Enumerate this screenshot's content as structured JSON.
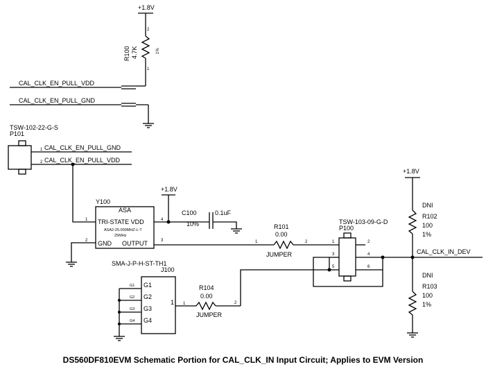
{
  "rails": {
    "top": "+1.8V",
    "y100": "+1.8V",
    "right": "+1.8V"
  },
  "r100": {
    "ref": "R100",
    "value": "4.7K",
    "tol": "1%",
    "pin1": "1",
    "pin2": "2"
  },
  "nets": {
    "pull_vdd": "CAL_CLK_EN_PULL_VDD",
    "pull_gnd": "CAL_CLK_EN_PULL_GND",
    "clk_in_dev": "CAL_CLK_IN_DEV"
  },
  "p101": {
    "part": "TSW-102-22-G-S",
    "ref": "P101",
    "pin1": "1",
    "pin2": "2",
    "net1": "CAL_CLK_EN_PULL_GND",
    "net2": "CAL_CLK_EN_PULL_VDD"
  },
  "y100": {
    "ref": "Y100",
    "name": "ASA",
    "pin_vdd": "TRI-STATE VDD",
    "part": "ASA2-25.000MHZ-L-T",
    "freq": "25MHz",
    "pin_gnd": "GND",
    "pin_out": "OUTPUT",
    "pin1": "1",
    "pin2": "2",
    "pin3": "3",
    "pin4": "4"
  },
  "c100": {
    "ref": "C100",
    "value": "0.1uF",
    "tol": "10%"
  },
  "r101": {
    "ref": "R101",
    "value": "0.00",
    "label": "JUMPER",
    "pin1": "1",
    "pin2": "2"
  },
  "p100": {
    "part": "TSW-103-09-G-D",
    "ref": "P100",
    "pins": [
      "1",
      "2",
      "3",
      "4",
      "5",
      "6"
    ]
  },
  "r102": {
    "dni": "DNI",
    "ref": "R102",
    "value": "100",
    "tol": "1%"
  },
  "r103": {
    "dni": "DNI",
    "ref": "R103",
    "value": "100",
    "tol": "1%"
  },
  "j100": {
    "part": "SMA-J-P-H-ST-TH1",
    "ref": "J100",
    "gpins": [
      "G1",
      "G2",
      "G3",
      "G4"
    ],
    "gnums": [
      "G1",
      "G2",
      "G3",
      "G4"
    ],
    "pin1": "1"
  },
  "r104": {
    "ref": "R104",
    "value": "0.00",
    "label": "JUMPER",
    "pin1": "1",
    "pin2": "2"
  },
  "caption": "DS560DF810EVM Schematic Portion for CAL_CLK_IN Input Circuit; Applies to EVM Version"
}
